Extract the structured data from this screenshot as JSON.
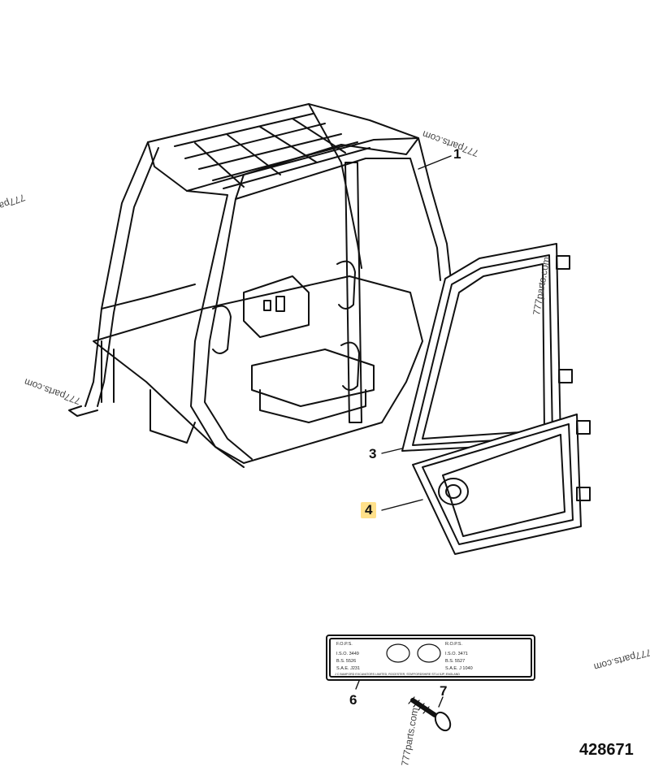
{
  "callouts": {
    "c1": "1",
    "c3": "3",
    "c4": "4",
    "c6": "6",
    "c7": "7"
  },
  "watermark": "777parts.com",
  "document_number": "428671",
  "plate": {
    "left_lines": [
      "F.O.P.S.",
      "I.S.O. 3449",
      "B.S. 5526",
      "S.A.E. J231"
    ],
    "right_lines": [
      "R.O.P.S.",
      "I.S.O. 3471",
      "B.S. 5527",
      "S.A.E. J 1040"
    ],
    "footer": "J C BAMFORD EXCAVATORS LIMITED, ROCESTER, STAFFORDSHIRE ST14 5JP, ENGLAND"
  },
  "colors": {
    "highlight": "#ffe08a",
    "line": "#111111"
  }
}
